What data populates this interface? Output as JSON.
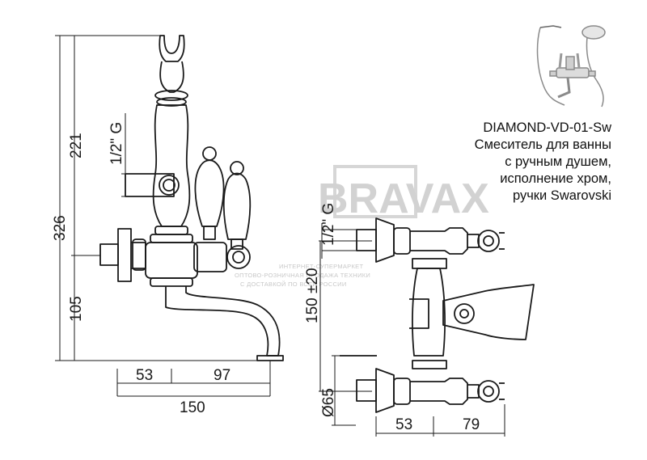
{
  "product": {
    "model": "DIAMOND-VD-01-Sw",
    "description_lines": [
      "Смеситель для ванны",
      "с ручным душем,",
      "исполнение хром,",
      "ручки Swarovski"
    ]
  },
  "watermark": {
    "brand": "BRAVAX",
    "lines": [
      "ИНТЕРНЕТ-СУПЕРМАРКЕТ",
      "ОПТОВО-РОЗНИЧНАЯ ПРОДАЖА ТЕХНИКИ",
      "С ДОСТАВКОЙ ПО ВСЕЙ РОССИИ"
    ]
  },
  "dimensions": {
    "height_total": "326",
    "height_upper": "221",
    "height_lower": "105",
    "thread_side": "1/2\" G",
    "thread_front": "1/2\" G",
    "spacing": "150 ±20",
    "diameter": "Ø65",
    "side_left": "53",
    "side_right": "97",
    "side_total": "150",
    "front_left": "53",
    "front_right": "79"
  },
  "colors": {
    "line": "#1a1a1a",
    "watermark": "#d2d2d2"
  }
}
